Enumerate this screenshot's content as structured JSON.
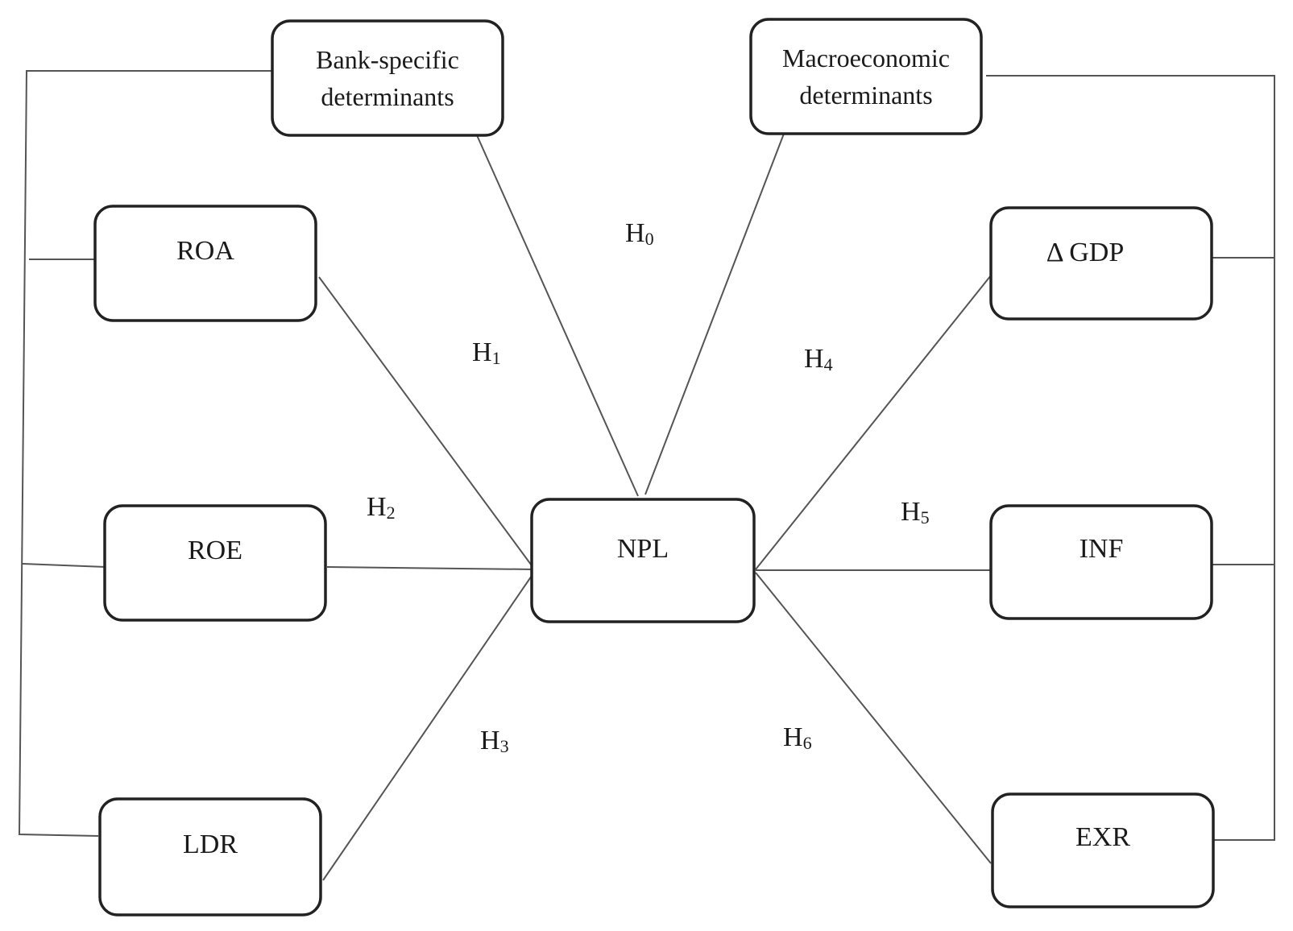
{
  "groups": {
    "bank": {
      "line1": "Bank-specific",
      "line2": "determinants"
    },
    "macro": {
      "line1": "Macroeconomic",
      "line2": "determinants"
    }
  },
  "nodes": {
    "npl": "NPL",
    "roa": "ROA",
    "roe": "ROE",
    "ldr": "LDR",
    "gdp": "Δ GDP",
    "inf": "INF",
    "exr": "EXR"
  },
  "hypotheses": {
    "h0": {
      "base": "H",
      "sub": "0"
    },
    "h1": {
      "base": "H",
      "sub": "1"
    },
    "h2": {
      "base": "H",
      "sub": "2"
    },
    "h3": {
      "base": "H",
      "sub": "3"
    },
    "h4": {
      "base": "H",
      "sub": "4"
    },
    "h5": {
      "base": "H",
      "sub": "5"
    },
    "h6": {
      "base": "H",
      "sub": "6"
    }
  }
}
